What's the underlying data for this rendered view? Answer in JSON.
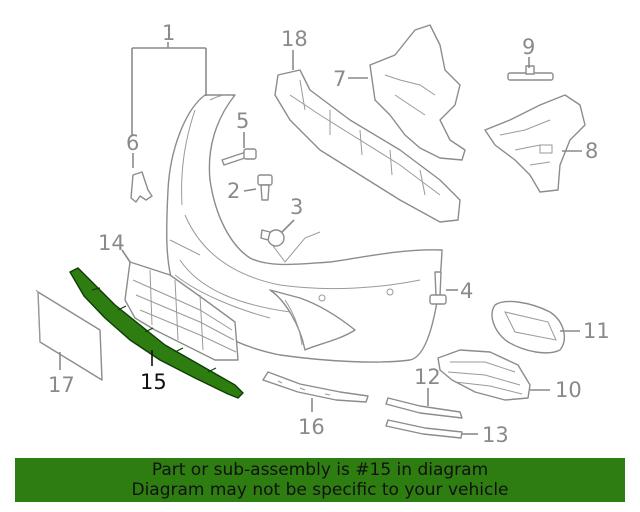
{
  "callouts": [
    {
      "id": "1",
      "label": "1"
    },
    {
      "id": "2",
      "label": "2"
    },
    {
      "id": "3",
      "label": "3"
    },
    {
      "id": "4",
      "label": "4"
    },
    {
      "id": "5",
      "label": "5"
    },
    {
      "id": "6",
      "label": "6"
    },
    {
      "id": "7",
      "label": "7"
    },
    {
      "id": "8",
      "label": "8"
    },
    {
      "id": "9",
      "label": "9"
    },
    {
      "id": "10",
      "label": "10"
    },
    {
      "id": "11",
      "label": "11"
    },
    {
      "id": "12",
      "label": "12"
    },
    {
      "id": "13",
      "label": "13"
    },
    {
      "id": "14",
      "label": "14"
    },
    {
      "id": "15",
      "label": "15"
    },
    {
      "id": "16",
      "label": "16"
    },
    {
      "id": "17",
      "label": "17"
    },
    {
      "id": "18",
      "label": "18"
    }
  ],
  "highlighted_part": "15",
  "colors": {
    "highlight": "#2e7d10",
    "line": "#8a8a8a",
    "banner": "#2e7d10"
  },
  "banner": {
    "line1": "Part or sub-assembly is #15 in diagram",
    "line2": "Diagram may not be specific to your vehicle"
  }
}
